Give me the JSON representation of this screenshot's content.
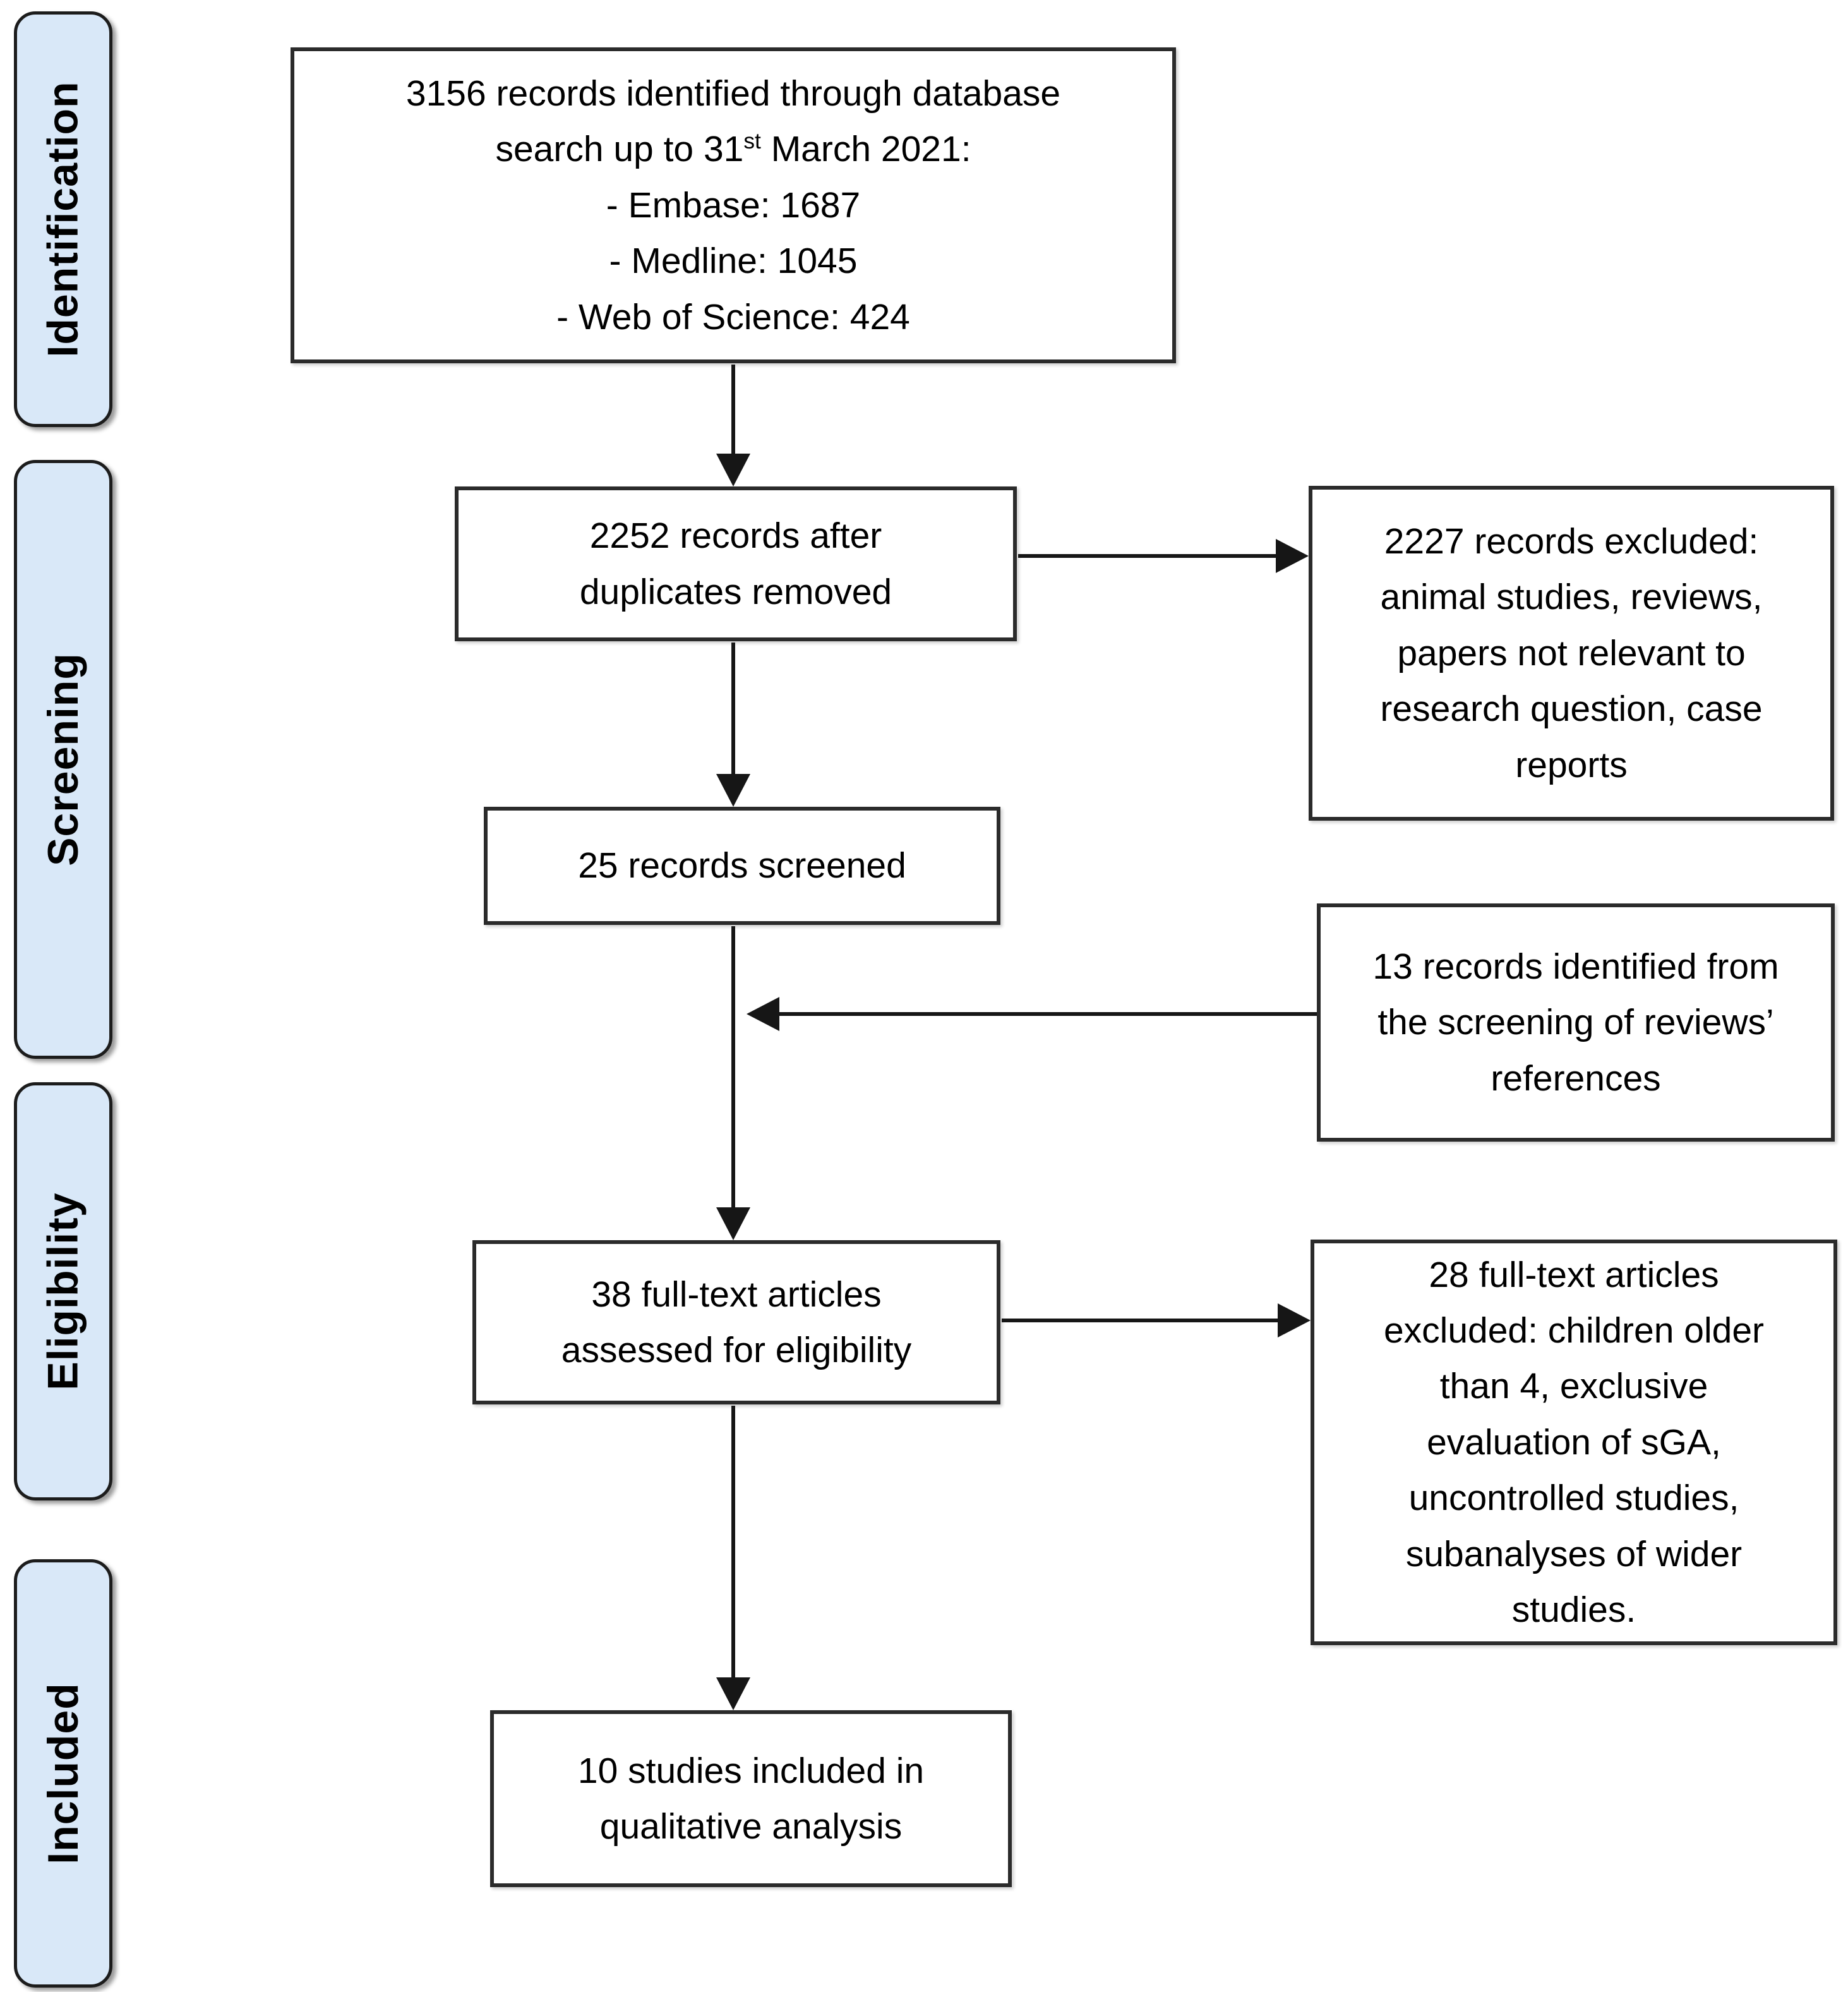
{
  "stages": [
    {
      "label": "Identification"
    },
    {
      "label": "Screening"
    },
    {
      "label": "Eligibility"
    },
    {
      "label": "Included"
    }
  ],
  "flow": {
    "identified": {
      "line1": "3156 records identified through database",
      "date_line": {
        "prefix": "search up to 31",
        "sup": "st",
        "suffix": " March 2021:"
      },
      "sources": [
        "- Embase: 1687",
        "- Medline: 1045",
        "- Web of Science: 424"
      ]
    },
    "deduplicated": {
      "lines": [
        "2252 records after",
        "duplicates removed"
      ]
    },
    "records_excluded": {
      "lines": [
        "2227 records excluded:",
        "animal studies, reviews,",
        "papers not relevant to",
        "research question, case",
        "reports"
      ]
    },
    "screened": {
      "lines": [
        "25 records screened"
      ]
    },
    "reviews_references": {
      "lines": [
        "13 records identified from",
        "the screening of reviews’",
        "references"
      ]
    },
    "fulltext_assessed": {
      "lines": [
        "38 full-text articles",
        "assessed for eligibility"
      ]
    },
    "fulltext_excluded": {
      "lines": [
        "28 full-text articles",
        "excluded: children older",
        "than 4, exclusive",
        "evaluation of sGA,",
        "uncontrolled studies,",
        "subanalyses of wider",
        "studies."
      ]
    },
    "included_qualitative": {
      "lines": [
        "10 studies included in",
        "qualitative analysis"
      ]
    }
  },
  "colors": {
    "stage_fill": "#d9e8f8",
    "border": "#1c1c1c",
    "background": "#ffffff",
    "text": "#000000"
  }
}
